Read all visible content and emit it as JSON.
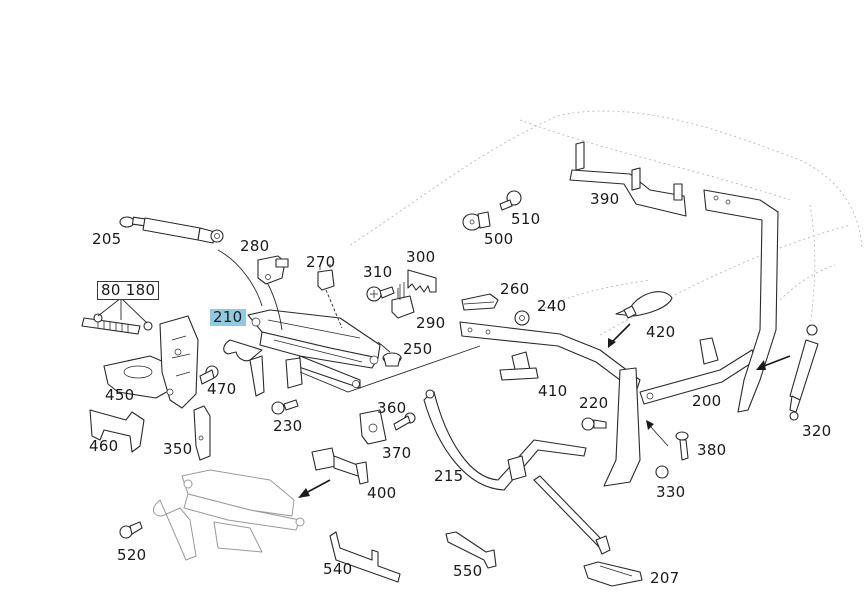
{
  "diagram": {
    "title": "Convertible top mechanism exploded parts diagram",
    "highlight_color": "#8fcbe0",
    "highlighted_part": "210",
    "parts": [
      {
        "id": "205",
        "label": "205"
      },
      {
        "id": "280",
        "label": "280"
      },
      {
        "id": "270",
        "label": "270"
      },
      {
        "id": "300",
        "label": "300"
      },
      {
        "id": "310",
        "label": "310"
      },
      {
        "id": "290",
        "label": "290"
      },
      {
        "id": "250",
        "label": "250"
      },
      {
        "id": "80_180",
        "label": "80 180"
      },
      {
        "id": "210",
        "label": "210"
      },
      {
        "id": "450",
        "label": "450"
      },
      {
        "id": "470",
        "label": "470"
      },
      {
        "id": "460",
        "label": "460"
      },
      {
        "id": "350",
        "label": "350"
      },
      {
        "id": "230",
        "label": "230"
      },
      {
        "id": "360",
        "label": "360"
      },
      {
        "id": "370",
        "label": "370"
      },
      {
        "id": "400",
        "label": "400"
      },
      {
        "id": "520",
        "label": "520"
      },
      {
        "id": "540",
        "label": "540"
      },
      {
        "id": "550",
        "label": "550"
      },
      {
        "id": "215",
        "label": "215"
      },
      {
        "id": "207",
        "label": "207"
      },
      {
        "id": "390",
        "label": "390"
      },
      {
        "id": "510",
        "label": "510"
      },
      {
        "id": "500",
        "label": "500"
      },
      {
        "id": "260",
        "label": "260"
      },
      {
        "id": "240",
        "label": "240"
      },
      {
        "id": "420",
        "label": "420"
      },
      {
        "id": "410",
        "label": "410"
      },
      {
        "id": "220",
        "label": "220"
      },
      {
        "id": "200",
        "label": "200"
      },
      {
        "id": "380",
        "label": "380"
      },
      {
        "id": "330",
        "label": "330"
      },
      {
        "id": "320",
        "label": "320"
      }
    ]
  }
}
